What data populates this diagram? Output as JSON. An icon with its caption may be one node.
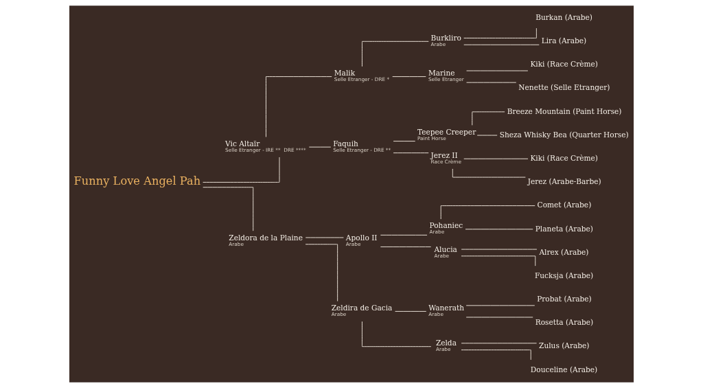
{
  "diagram": {
    "nodes": [
      {
        "text": [
          "Funny Love Angel Pah"
        ]
      },
      {
        "text": [
          "Vic Altaïr",
          "Selle Etranger - IRE **  DRE ****"
        ]
      },
      {
        "text": [
          "Malik",
          "Selle Etranger - DRE *"
        ]
      },
      {
        "text": [
          "Burkliro",
          "Arabe"
        ]
      },
      {
        "text": [
          "Burkan (Arabe)"
        ]
      },
      {
        "text": [
          "Lira (Arabe)"
        ]
      },
      {
        "text": [
          "Marine",
          "Selle Etranger"
        ]
      },
      {
        "text": [
          "Kiki (Race Crème)"
        ]
      },
      {
        "text": [
          "Nenette (Selle Etranger)"
        ]
      },
      {
        "text": [
          "Faquih",
          "Selle Etranger - DRE **"
        ]
      },
      {
        "text": [
          "Teepee Creeper",
          "Paint Horse"
        ]
      },
      {
        "text": [
          "Breeze Mountain (Paint Horse)"
        ]
      },
      {
        "text": [
          "Sheza Whisky Bea (Quarter Horse)"
        ]
      },
      {
        "text": [
          "Jerez II",
          "Race Crème"
        ]
      },
      {
        "text": [
          "Kiki (Race Crème)"
        ]
      },
      {
        "text": [
          "Jerez (Arabe-Barbe)"
        ]
      },
      {
        "text": [
          "Zeldora de la Plaine",
          "Arabe"
        ]
      },
      {
        "text": [
          "Apollo II",
          "Arabe"
        ]
      },
      {
        "text": [
          "Pohaniec",
          "Arabe"
        ]
      },
      {
        "text": [
          "Comet (Arabe)"
        ]
      },
      {
        "text": [
          "Planeta (Arabe)"
        ]
      },
      {
        "text": [
          "Alucia",
          "Arabe"
        ]
      },
      {
        "text": [
          "Alrex (Arabe)"
        ]
      },
      {
        "text": [
          "Fucksja (Arabe)"
        ]
      },
      {
        "text": [
          "Zeldira de Gacia",
          "Arabe"
        ]
      },
      {
        "text": [
          "Wanerath",
          "Arabe"
        ]
      },
      {
        "text": [
          "Probat (Arabe)"
        ]
      },
      {
        "text": [
          "Rosetta (Arabe)"
        ]
      },
      {
        "text": [
          "Zelda",
          "Arabe"
        ]
      },
      {
        "text": [
          "Zulus (Arabe)"
        ]
      },
      {
        "text": [
          "Douceline (Arabe)"
        ]
      }
    ],
    "edges": [
      {
        "from": 0,
        "to": 1,
        "arrow": "none"
      },
      {
        "from": 0,
        "to": 16,
        "arrow": "none"
      },
      {
        "from": 1,
        "to": 2,
        "arrow": "none"
      },
      {
        "from": 1,
        "to": 9,
        "arrow": "none"
      },
      {
        "from": 2,
        "to": 3,
        "arrow": "none"
      },
      {
        "from": 2,
        "to": 6,
        "arrow": "none"
      },
      {
        "from": 3,
        "to": 4,
        "arrow": "none"
      },
      {
        "from": 3,
        "to": 5,
        "arrow": "none"
      },
      {
        "from": 6,
        "to": 7,
        "arrow": "none"
      },
      {
        "from": 6,
        "to": 8,
        "arrow": "none"
      },
      {
        "from": 9,
        "to": 10,
        "arrow": "none"
      },
      {
        "from": 9,
        "to": 13,
        "arrow": "none"
      },
      {
        "from": 10,
        "to": 11,
        "arrow": "none"
      },
      {
        "from": 10,
        "to": 12,
        "arrow": "none"
      },
      {
        "from": 13,
        "to": 14,
        "arrow": "none"
      },
      {
        "from": 13,
        "to": 15,
        "arrow": "none"
      },
      {
        "from": 16,
        "to": 17,
        "arrow": "none"
      },
      {
        "from": 16,
        "to": 24,
        "arrow": "none"
      },
      {
        "from": 17,
        "to": 18,
        "arrow": "none"
      },
      {
        "from": 17,
        "to": 21,
        "arrow": "none"
      },
      {
        "from": 18,
        "to": 19,
        "arrow": "none"
      },
      {
        "from": 18,
        "to": 20,
        "arrow": "none"
      },
      {
        "from": 21,
        "to": 22,
        "arrow": "none"
      },
      {
        "from": 21,
        "to": 23,
        "arrow": "none"
      },
      {
        "from": 24,
        "to": 25,
        "arrow": "none"
      },
      {
        "from": 24,
        "to": 28,
        "arrow": "none"
      },
      {
        "from": 25,
        "to": 26,
        "arrow": "none"
      },
      {
        "from": 25,
        "to": 27,
        "arrow": "none"
      },
      {
        "from": 28,
        "to": 29,
        "arrow": "none"
      },
      {
        "from": 28,
        "to": 30,
        "arrow": "none"
      }
    ]
  }
}
